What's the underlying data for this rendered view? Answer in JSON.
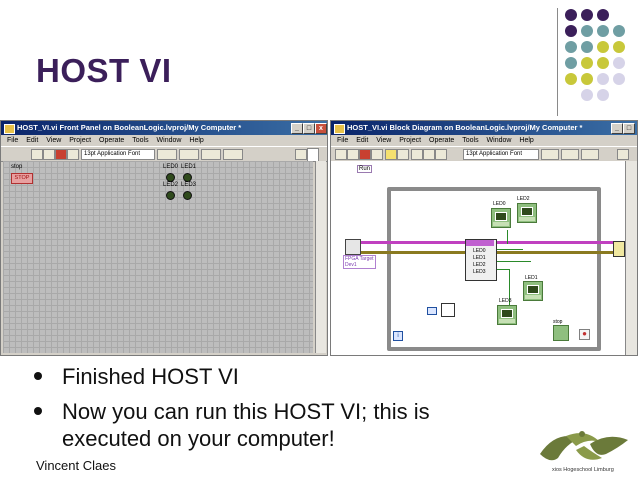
{
  "slide": {
    "title": "HOST VI",
    "bullets": [
      "Finished HOST VI",
      "Now you can run this HOST VI; this is executed on your computer!"
    ],
    "bullet_line2_a": "Now you can run this HOST VI; this is",
    "bullet_line2_b": "executed on your computer!",
    "author": "Vincent Claes",
    "logo_text": "xios Hogeschool Limburg",
    "accent_purple": "#3b1f5a",
    "accent_teal": "#6f9ea3",
    "accent_yellow": "#c8c83a",
    "accent_lavender": "#d6d3e8"
  },
  "front_panel": {
    "title": "HOST_VI.vi Front Panel on BooleanLogic.lvproj/My Computer *",
    "menu": [
      "File",
      "Edit",
      "View",
      "Project",
      "Operate",
      "Tools",
      "Window",
      "Help"
    ],
    "font": "13pt Application Font",
    "stop_label": "stop",
    "stop_button": "STOP",
    "leds": [
      "LED0",
      "LED1",
      "LED2",
      "LED3"
    ]
  },
  "block_diagram": {
    "title": "HOST_VI.vi Block Diagram on BooleanLogic.lvproj/My Computer *",
    "menu": [
      "File",
      "Edit",
      "View",
      "Project",
      "Operate",
      "Tools",
      "Window",
      "Help"
    ],
    "font": "13pt Application Font",
    "run_label": "Run",
    "fpga_label_1": "FPGA Target",
    "fpga_label_2": "Dev1",
    "node_rows": [
      "LED0",
      "LED1",
      "LED2",
      "LED3"
    ],
    "indicators": [
      "LED0",
      "LED2",
      "LED1",
      "LED3"
    ],
    "stop_label": "stop",
    "loop_index": "i"
  }
}
